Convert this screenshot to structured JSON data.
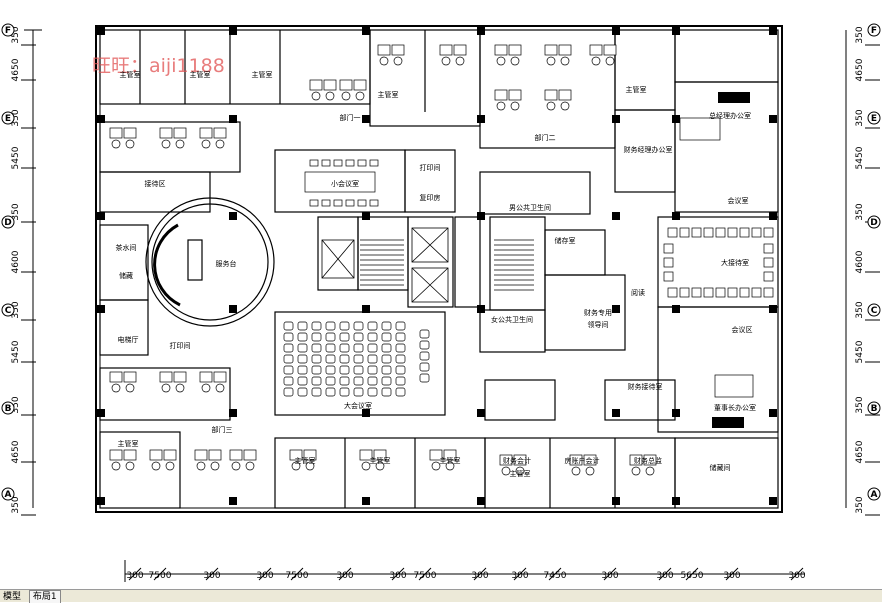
{
  "watermark": "旺旺：aiji1188",
  "grid_rows": [
    "F",
    "E",
    "D",
    "C",
    "B",
    "A"
  ],
  "left_dims": [
    "350",
    "4650",
    "350",
    "5450",
    "350",
    "4600",
    "350",
    "5450",
    "350",
    "4650",
    "350"
  ],
  "right_dims": [
    "350",
    "4650",
    "350",
    "5450",
    "350",
    "4600",
    "350",
    "5450",
    "350",
    "4650",
    "350"
  ],
  "bottom_dims": [
    "300",
    "7500",
    "300",
    "300",
    "7500",
    "300",
    "300",
    "7500",
    "300",
    "300",
    "7450",
    "300",
    "300",
    "5650",
    "300",
    "300"
  ],
  "rooms": {
    "mgr1": "主管室",
    "mgr2": "主管室",
    "mgr3": "主管室",
    "mgr4": "主管室",
    "mgr5": "主管室",
    "mgr6": "主管室",
    "mgr7": "主管室",
    "mgr8": "主管室",
    "mgr9": "主管室",
    "mgr10": "主管室",
    "dept1": "部门一",
    "dept2": "部门二",
    "dept3": "部门三",
    "gm_office": "总经理办公室",
    "finance_mgr": "财务经理办公室",
    "reception_area": "接待区",
    "small_meeting": "小会议室",
    "print1": "打印间",
    "copy_room": "复印房",
    "wc_m": "男公共卫生间",
    "wc_f": "女公共卫生间",
    "tea": "茶水间",
    "front_desk": "服务台",
    "storage": "储藏",
    "conference": "会议室",
    "big_reception": "大接待室",
    "reading": "阅读",
    "meeting_area": "会议区",
    "chairman": "董事长办公室",
    "finance_reception": "财务接待室",
    "big_meeting": "大会议室",
    "lift_lobby": "电梯厅",
    "print2": "打印间",
    "finance_hall": "财务专用",
    "finance_hall2": "领导间",
    "finance_store": "储存室",
    "account1": "财务会计",
    "account2": "房账户会计",
    "account3": "财务总监",
    "pantry": "储藏间"
  },
  "statusbar": {
    "model": "模型",
    "layout": "布局1"
  }
}
